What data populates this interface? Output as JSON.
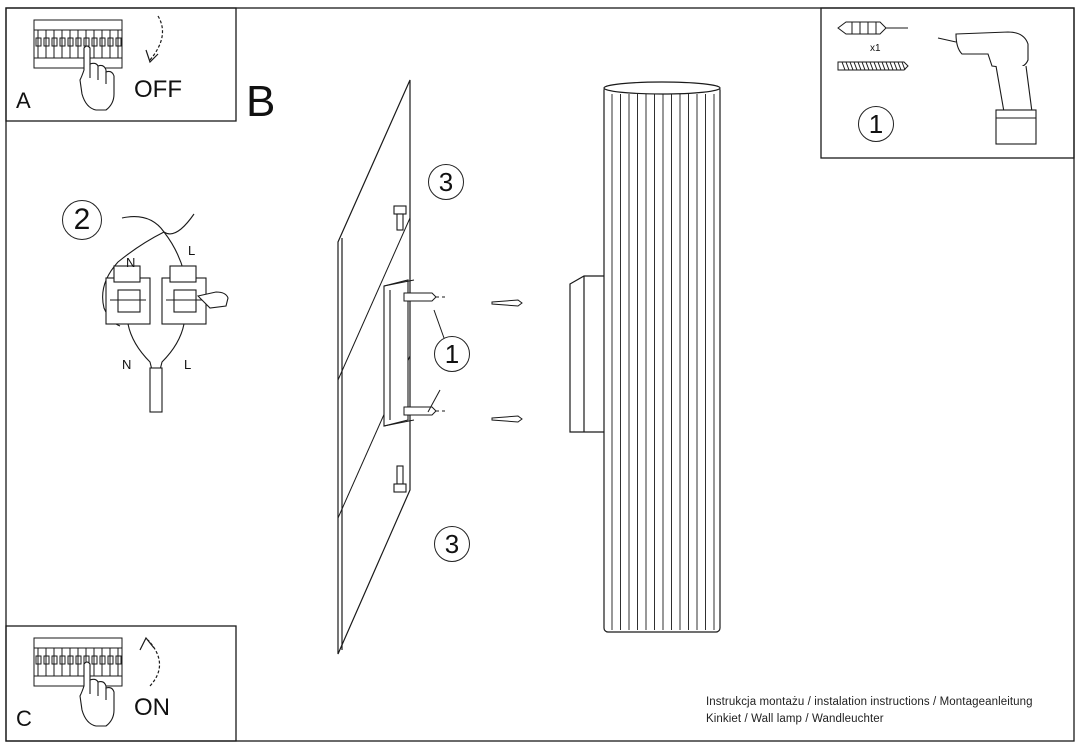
{
  "panels": {
    "a": {
      "letter": "A",
      "action": "OFF"
    },
    "b": {
      "letter": "B"
    },
    "c": {
      "letter": "C",
      "action": "ON"
    }
  },
  "wiring": {
    "step": "2",
    "neutral_top": "N",
    "live_top": "L",
    "neutral_bottom": "N",
    "live_bottom": "L"
  },
  "tools": {
    "step": "1",
    "quantity": "x1"
  },
  "mounting": {
    "screw_step": "1",
    "cap_step_top": "3",
    "cap_step_bottom": "3"
  },
  "footer": {
    "line1": "Instrukcja montażu / instalation instructions / Montageanleitung",
    "line2": "Kinkiet / Wall lamp / Wandleuchter"
  }
}
